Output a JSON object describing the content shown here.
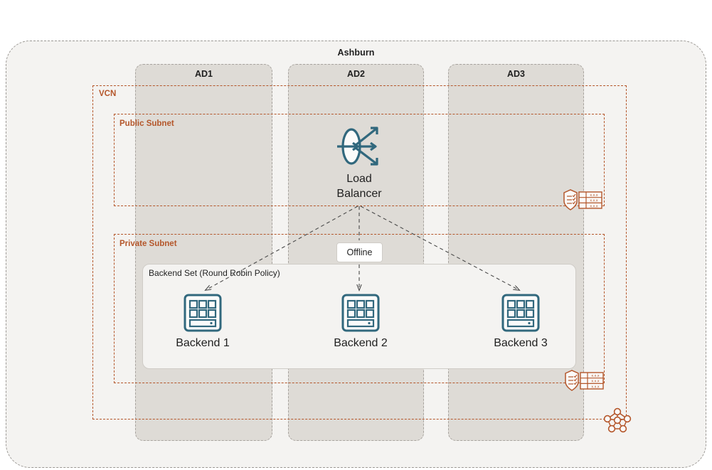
{
  "region": {
    "name": "Ashburn",
    "availability_domains": [
      {
        "id": "ad1",
        "label": "AD1"
      },
      {
        "id": "ad2",
        "label": "AD2"
      },
      {
        "id": "ad3",
        "label": "AD3"
      }
    ]
  },
  "network": {
    "vcn_label": "VCN",
    "public_subnet_label": "Public Subnet",
    "private_subnet_label": "Private Subnet",
    "accent_color": "#b4562a"
  },
  "load_balancer": {
    "label": "Load\nBalancer",
    "icon": "load-balancer-icon",
    "color": "#31687d"
  },
  "backend_set": {
    "title": "Backend Set (Round Robin Policy)",
    "backends": [
      {
        "label": "Backend 1",
        "icon": "server-icon",
        "status": ""
      },
      {
        "label": "Backend 2",
        "icon": "server-icon",
        "status": "Offline"
      },
      {
        "label": "Backend 3",
        "icon": "server-icon",
        "status": ""
      }
    ],
    "offline_badge": "Offline"
  },
  "side_icons": [
    {
      "name": "security-list-route-table-icon-top",
      "shield": "shield-check-icon",
      "table": "route-table-icon",
      "entries": [
        "x.x.x",
        "x.x.x",
        "x.x.x"
      ]
    },
    {
      "name": "security-list-route-table-icon-bottom",
      "shield": "shield-check-icon",
      "table": "route-table-icon",
      "entries": [
        "x.x.x",
        "x.x.x",
        "x.x.x"
      ]
    }
  ],
  "network_mesh": {
    "name": "network-mesh-icon",
    "nodes": 6
  },
  "colors": {
    "region_bg": "#f4f3f1",
    "ad_bg": "#dedbd6",
    "dash_gray": "#9b9894",
    "orange": "#b4562a",
    "teal": "#31687d",
    "text": "#1f1f1f"
  }
}
